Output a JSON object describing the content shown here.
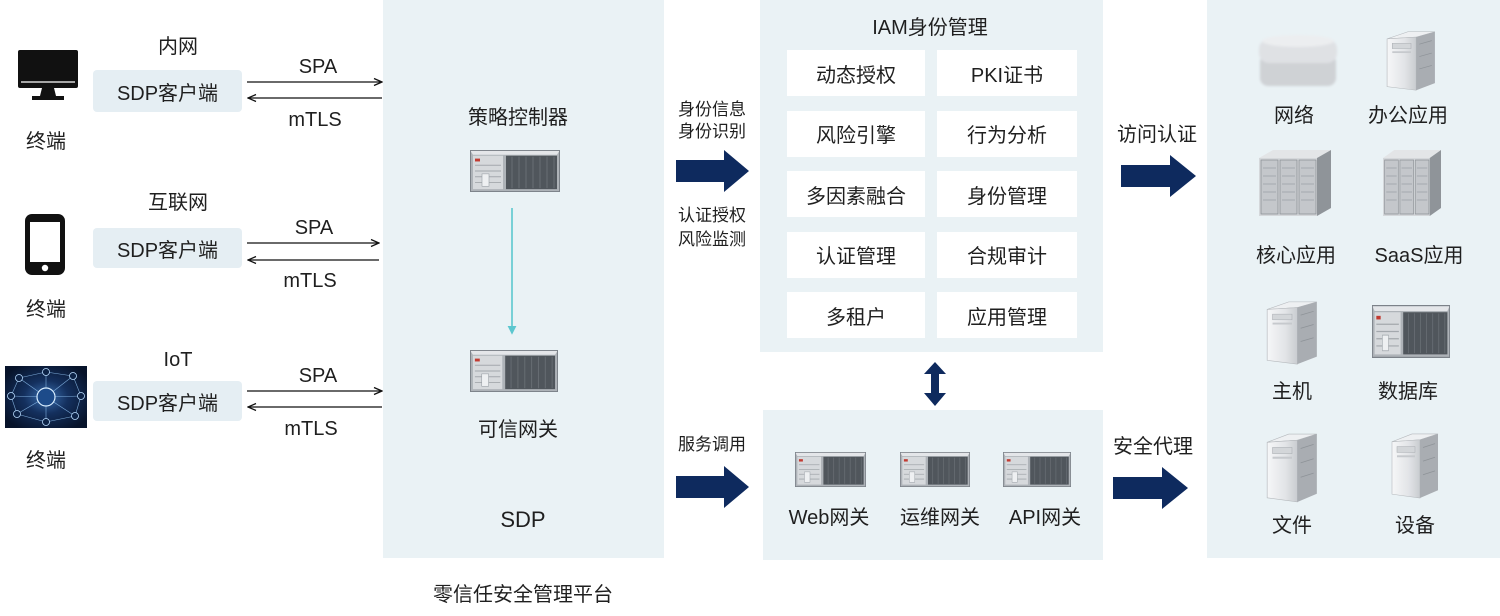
{
  "terminals": [
    {
      "network": "内网",
      "client": "SDP客户端",
      "spa": "SPA",
      "mtls": "mTLS",
      "label": "终端",
      "icon": "monitor-icon"
    },
    {
      "network": "互联网",
      "client": "SDP客户端",
      "spa": "SPA",
      "mtls": "mTLS",
      "label": "终端",
      "icon": "phone-icon"
    },
    {
      "network": "IoT",
      "client": "SDP客户端",
      "spa": "SPA",
      "mtls": "mTLS",
      "label": "终端",
      "icon": "iot-icon"
    }
  ],
  "sdp": {
    "controller": "策略控制器",
    "controller_icon": "server-icon",
    "gateway": "可信网关",
    "gateway_icon": "server-icon",
    "title": "SDP"
  },
  "platform_caption": "零信任安全管理平台",
  "flows": {
    "to_iam": [
      "身份信息",
      "身份识别"
    ],
    "from_iam": [
      "认证授权",
      "风险监测"
    ],
    "to_gateways": "服务调用",
    "access": "访问认证",
    "proxy": "安全代理"
  },
  "iam": {
    "title": "IAM身份管理",
    "modules": [
      "动态授权",
      "PKI证书",
      "风险引擎",
      "行为分析",
      "多因素融合",
      "身份管理",
      "认证管理",
      "合规审计",
      "多租户",
      "应用管理"
    ]
  },
  "gateways": [
    {
      "label": "Web网关",
      "icon": "server-icon"
    },
    {
      "label": "运维网关",
      "icon": "server-icon"
    },
    {
      "label": "API网关",
      "icon": "server-icon"
    }
  ],
  "resources": [
    {
      "label": "网络",
      "icon": "network-icon"
    },
    {
      "label": "办公应用",
      "icon": "tower-server-icon"
    },
    {
      "label": "核心应用",
      "icon": "rack-icon"
    },
    {
      "label": "SaaS应用",
      "icon": "rack-icon"
    },
    {
      "label": "主机",
      "icon": "tower-server-icon"
    },
    {
      "label": "数据库",
      "icon": "server-icon"
    },
    {
      "label": "文件",
      "icon": "tower-server-icon"
    },
    {
      "label": "设备",
      "icon": "tower-server-icon"
    }
  ],
  "colors": {
    "panel_bg": "#eaf2f5",
    "client_box_bg": "#e5eef3",
    "module_bg": "#ffffff",
    "arrow_navy": "#0e2a5e",
    "arrow_teal": "#5cc7cf",
    "text": "#1f1f1f"
  }
}
